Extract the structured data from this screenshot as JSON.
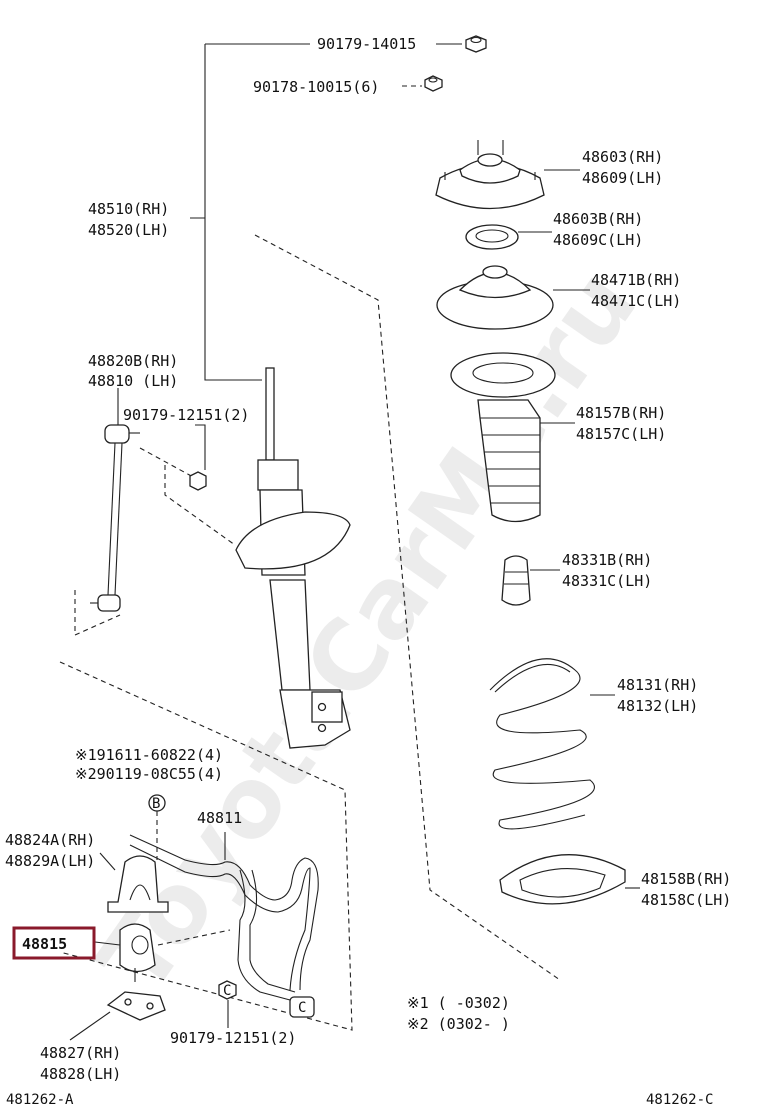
{
  "watermark": "ToyotaCarMe.ru",
  "highlight_color": "#8a1a2b",
  "labels": {
    "nut_upper": "90179-14015",
    "nut_mount": "90178-10015(6)",
    "strut_rh": "48510(RH)",
    "strut_lh": "48520(LH)",
    "link_rh": "48820B(RH)",
    "link_lh": "48810  (LH)",
    "link_nut": "90179-12151(2)",
    "support_rh": "48603(RH)",
    "support_lh": "48609(LH)",
    "bearing_rh": "48603B(RH)",
    "bearing_lh": "48609C(LH)",
    "seat_rh": "48471B(RH)",
    "seat_lh": "48471C(LH)",
    "boot_rh": "48157B(RH)",
    "boot_lh": "48157C(LH)",
    "bumper_rh": "48331B(RH)",
    "bumper_lh": "48331C(LH)",
    "spring_rh": "48131(RH)",
    "spring_lh": "48132(LH)",
    "insulator_rh": "48158B(RH)",
    "insulator_lh": "48158C(LH)",
    "bolt_1": "※191611-60822(4)",
    "bolt_2": "※290119-08C55(4)",
    "callout_b": "B",
    "callout_c": "C",
    "stabilizer_bar": "48811",
    "bracket_rh": "48824A(RH)",
    "bracket_lh": "48829A(LH)",
    "bushing": "48815",
    "lower_bracket_rh": "48827(RH)",
    "lower_bracket_lh": "48828(LH)",
    "stab_nut": "90179-12151(2)",
    "note_1": "※1 (     -0302)",
    "note_2": "※2 (0302-     )",
    "diagram_id_left": "481262-A",
    "diagram_id_right": "481262-C"
  }
}
